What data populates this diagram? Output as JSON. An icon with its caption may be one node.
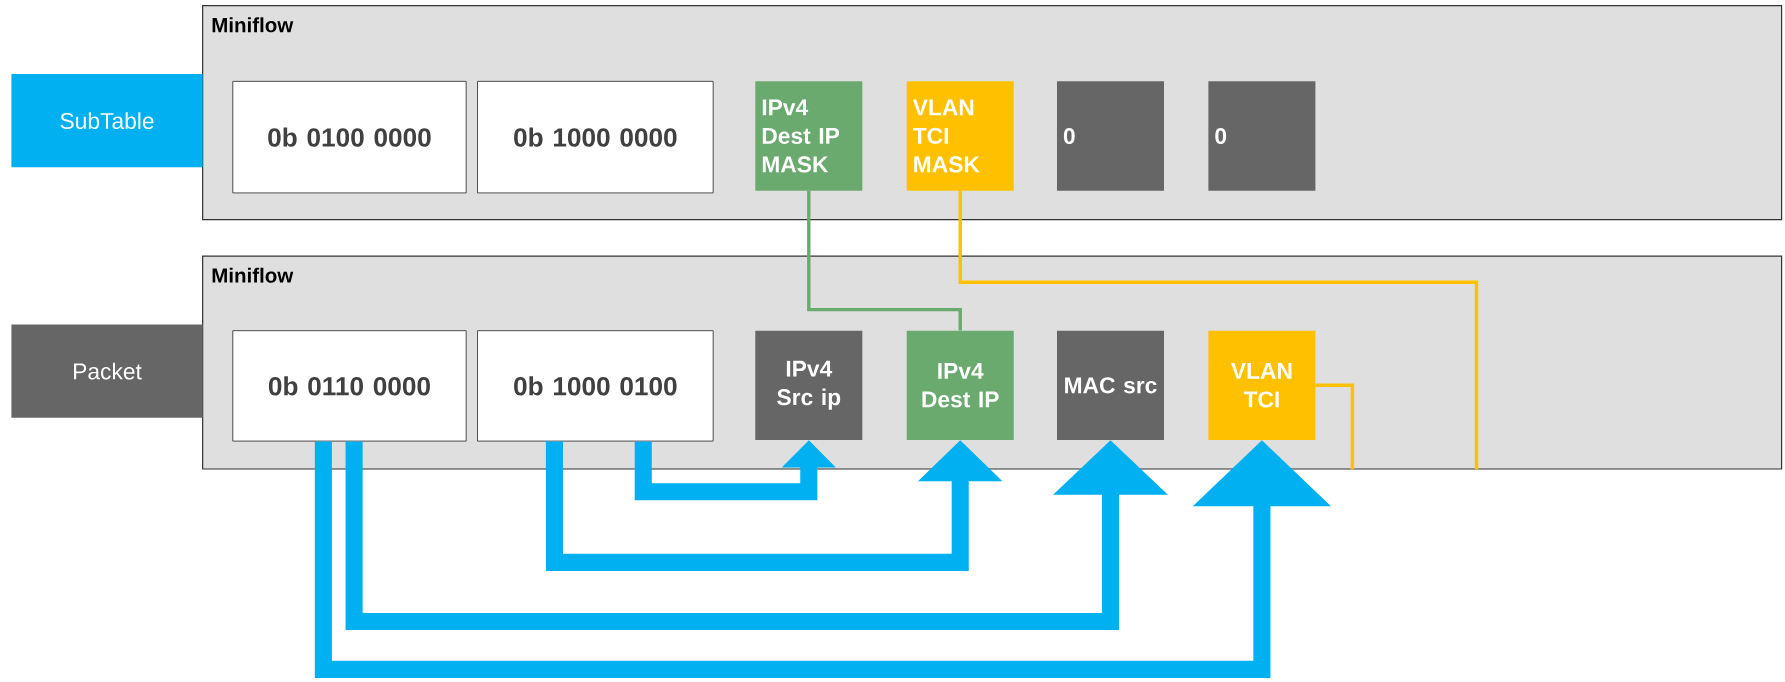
{
  "diagram": {
    "nodes": [
      {
        "text": [
          "SubTable"
        ]
      },
      {
        "text": [
          "Miniflow"
        ]
      },
      {
        "text": [
          "0b 0100 0000"
        ],
        "in": 1
      },
      {
        "text": [
          "0b 1000 0000"
        ],
        "in": 1
      },
      {
        "text": [
          "IPv4 Dest IP MASK"
        ],
        "in": 1
      },
      {
        "text": [
          "VLAN TCI MASK"
        ],
        "in": 1
      },
      {
        "text": [
          "0"
        ],
        "in": 1
      },
      {
        "text": [
          "0"
        ],
        "in": 1
      },
      {
        "text": [
          "Packet"
        ]
      },
      {
        "text": [
          "Miniflow"
        ]
      },
      {
        "text": [
          "0b 0110 0000"
        ],
        "in": 9
      },
      {
        "text": [
          "0b 1000 0100"
        ],
        "in": 9
      },
      {
        "text": [
          "IPv4 Src ip"
        ],
        "in": 9
      },
      {
        "text": [
          "IPv4 Dest IP"
        ],
        "in": 9
      },
      {
        "text": [
          "MAC src"
        ],
        "in": 9
      },
      {
        "text": [
          "VLAN TCI"
        ],
        "in": 9
      }
    ],
    "edges": [
      {
        "from": 4,
        "to": 13,
        "arrow": "none",
        "color": "#6aaa6f"
      },
      {
        "from": 5,
        "to": 9,
        "arrow": "none",
        "color": "#ffc000"
      },
      {
        "from": 15,
        "to": 9,
        "arrow": "none",
        "color": "#ffc000"
      },
      {
        "from": 11,
        "to": 12,
        "arrow": "to"
      },
      {
        "from": 11,
        "to": 13,
        "arrow": "to"
      },
      {
        "from": 10,
        "to": 14,
        "arrow": "to"
      },
      {
        "from": 10,
        "to": 15,
        "arrow": "to"
      }
    ]
  }
}
